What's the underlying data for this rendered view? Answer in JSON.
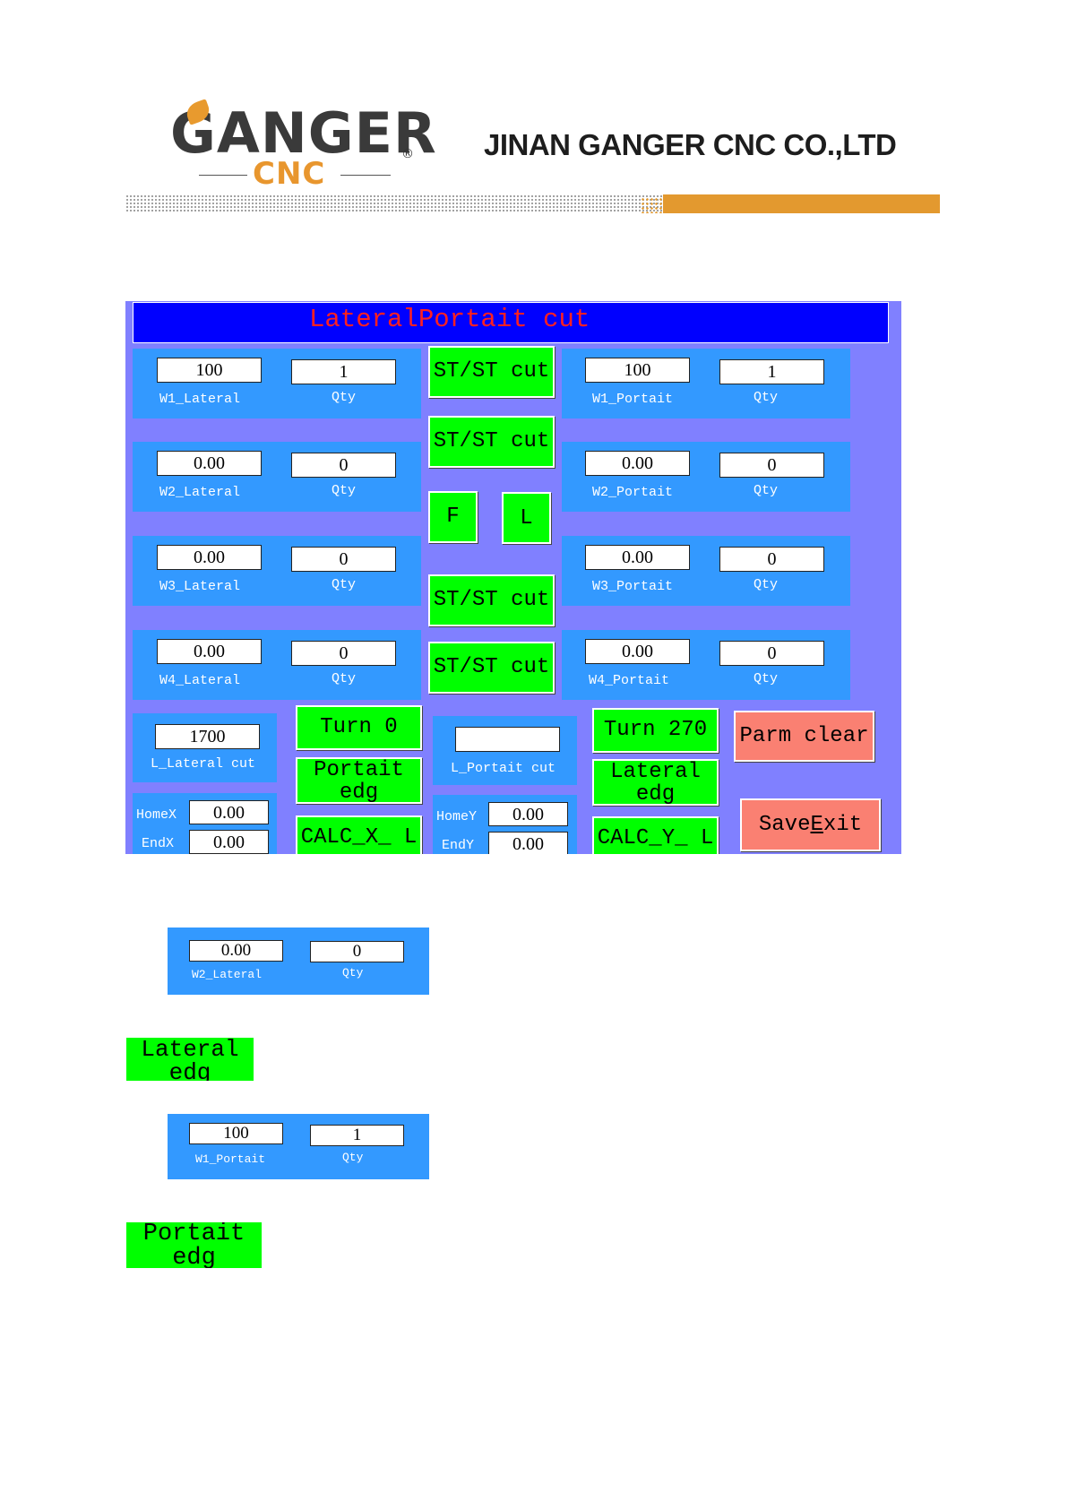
{
  "header": {
    "logo_text": "GANGER",
    "logo_sub": "CNC",
    "logo_reg": "®",
    "company": "JINAN GANGER CNC CO.,LTD"
  },
  "screen": {
    "title": "LateralPortait cut",
    "lateral_rows": [
      {
        "width": "100",
        "qty": "1",
        "width_label": "W1_Lateral",
        "qty_label": "Qty"
      },
      {
        "width": "0.00",
        "qty": "0",
        "width_label": "W2_Lateral",
        "qty_label": "Qty"
      },
      {
        "width": "0.00",
        "qty": "0",
        "width_label": "W3_Lateral",
        "qty_label": "Qty"
      },
      {
        "width": "0.00",
        "qty": "0",
        "width_label": "W4_Lateral",
        "qty_label": "Qty"
      }
    ],
    "portait_rows": [
      {
        "width": "100",
        "qty": "1",
        "width_label": "W1_Portait",
        "qty_label": "Qty"
      },
      {
        "width": "0.00",
        "qty": "0",
        "width_label": "W2_Portait",
        "qty_label": "Qty"
      },
      {
        "width": "0.00",
        "qty": "0",
        "width_label": "W3_Portait",
        "qty_label": "Qty"
      },
      {
        "width": "0.00",
        "qty": "0",
        "width_label": "W4_Portait",
        "qty_label": "Qty"
      }
    ],
    "stst_cut": [
      "ST/ST cut",
      "ST/ST cut",
      "ST/ST cut",
      "ST/ST cut"
    ],
    "f_button": "F",
    "l_button": "L",
    "l_lateral": {
      "value": "1700",
      "label": "L_Lateral cut"
    },
    "l_portait": {
      "value": "",
      "label": "L_Portait cut"
    },
    "turn0": "Turn 0",
    "turn270": "Turn 270",
    "portait_edg": [
      "Portait",
      "edg"
    ],
    "lateral_edg": [
      "Lateral",
      "edg"
    ],
    "calc_x": "CALC_X_ L",
    "calc_y": "CALC_Y_ L",
    "parm_clear": "Parm clear",
    "save_exit_pre": "Save",
    "save_exit_u": "E",
    "save_exit_post": "xit",
    "home_x": {
      "label": "HomeX",
      "value": "0.00"
    },
    "end_x": {
      "label": "EndX",
      "value": "0.00"
    },
    "home_y": {
      "label": "HomeY",
      "value": "0.00"
    },
    "end_y": {
      "label": "EndY",
      "value": "0.00"
    }
  },
  "samples": {
    "w2_lateral": {
      "width": "0.00",
      "qty": "0",
      "width_label": "W2_Lateral",
      "qty_label": "Qty"
    },
    "lateral_edg": [
      "Lateral",
      "edg"
    ],
    "w1_portait": {
      "width": "100",
      "qty": "1",
      "width_label": "W1_Portait",
      "qty_label": "Qty"
    },
    "portait_edg": [
      "Portait",
      "edg"
    ]
  }
}
